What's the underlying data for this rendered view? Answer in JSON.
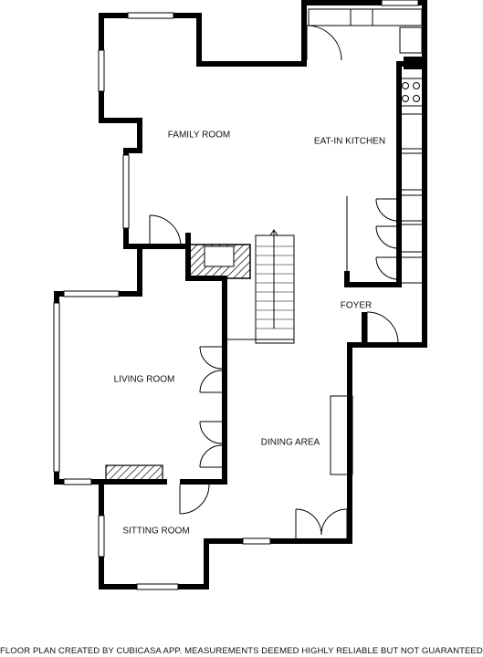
{
  "rooms": {
    "family_room": "FAMILY ROOM",
    "eat_in_kitchen": "EAT-IN KITCHEN",
    "foyer": "FOYER",
    "living_room": "LIVING ROOM",
    "dining_area": "DINING AREA",
    "sitting_room": "SITTING ROOM"
  },
  "disclaimer": "FLOOR PLAN CREATED BY CUBICASA APP. MEASUREMENTS DEEMED HIGHLY RELIABLE BUT NOT GUARANTEED."
}
